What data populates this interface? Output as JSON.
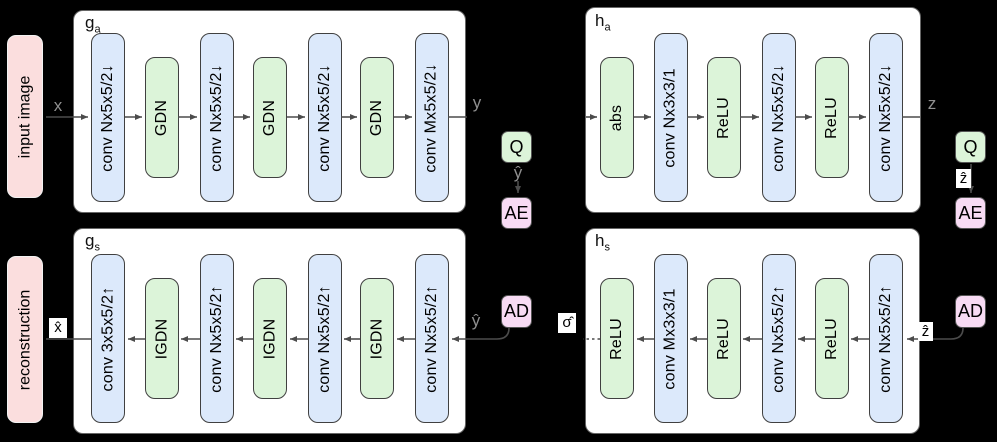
{
  "diagram": {
    "side_labels": {
      "input_image": "input image",
      "reconstruction": "reconstruction"
    },
    "modules": {
      "ga": {
        "title": "g",
        "sub": "a",
        "blocks": [
          "conv Nx5x5/2↓",
          "GDN",
          "conv Nx5x5/2↓",
          "GDN",
          "conv Nx5x5/2↓",
          "GDN",
          "conv Mx5x5/2↓"
        ]
      },
      "ha": {
        "title": "h",
        "sub": "a",
        "blocks": [
          "abs",
          "conv Nx3x3/1",
          "ReLU",
          "conv Nx5x5/2↓",
          "ReLU",
          "conv Nx5x5/2↓"
        ]
      },
      "gs": {
        "title": "g",
        "sub": "s",
        "blocks": [
          "conv 3x5x5/2↑",
          "IGDN",
          "conv Nx5x5/2↑",
          "IGDN",
          "conv Nx5x5/2↑",
          "IGDN",
          "conv Nx5x5/2↑"
        ]
      },
      "hs": {
        "title": "h",
        "sub": "s",
        "blocks": [
          "ReLU",
          "conv Mx3x3/1",
          "ReLU",
          "conv Nx5x5/2↑",
          "ReLU",
          "conv Nx5x5/2↑"
        ]
      }
    },
    "symbols": {
      "x": "x",
      "y": "y",
      "z": "z",
      "y_hat": "ŷ",
      "y_hat_input": "ŷ",
      "x_hat": "x̂",
      "sigma_hat": "σ̂",
      "z_hat_mid": "ẑ",
      "z_hat_input": "ẑ"
    },
    "codec": {
      "q_left": "Q",
      "ae_left": "AE",
      "ad_left": "AD",
      "q_right": "Q",
      "ae_right": "AE",
      "ad_right": "AD"
    },
    "colors": {
      "background": "#000000",
      "module_fill": "#ffffff",
      "conv_fill": "#dce9fb",
      "activation_fill": "#dcf4d9",
      "coder_pink_fill": "#f8dbf4",
      "side_label_fill": "#fbdede",
      "connector": "#4c4c4c"
    }
  }
}
